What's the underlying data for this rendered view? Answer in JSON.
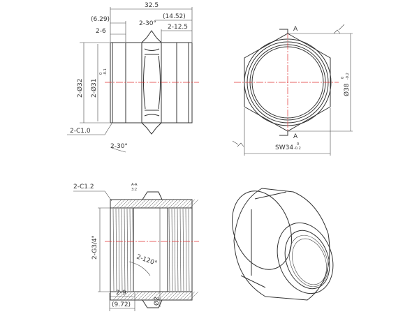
{
  "front_view": {
    "overall_length": "32.5",
    "ref_left": "(6.29)",
    "ref_right": "(14.52)",
    "end_length_left": "2-6",
    "end_length_right": "2-12.5",
    "hex_angle": "2-30°",
    "outer_diameter": "2-Ø32",
    "inner_diameter": "2-Ø31",
    "inner_tol_upper": "0",
    "inner_tol_lower": "-0.1",
    "chamfer": "2-C1.0",
    "chamfer_angle": "2-30°"
  },
  "end_view": {
    "section_mark_top": "A",
    "section_mark_bottom": "A",
    "diameter": "Ø38",
    "diameter_tol_upper": "0",
    "diameter_tol_lower": "-0.2",
    "width_across_flats": "SW34",
    "sw_tol_upper": "0",
    "sw_tol_lower": "-0.2"
  },
  "section_view": {
    "chamfer": "2-C1.2",
    "section_title": "A-A",
    "section_scale": "3:2",
    "thread": "2-G3/4\"",
    "thread_angle": "2-120°",
    "thread_length": "2-9",
    "ref_length": "(9.72)",
    "hole_diameter": "Ø2"
  },
  "colors": {
    "centerline": "#e03030",
    "line": "#333333"
  }
}
